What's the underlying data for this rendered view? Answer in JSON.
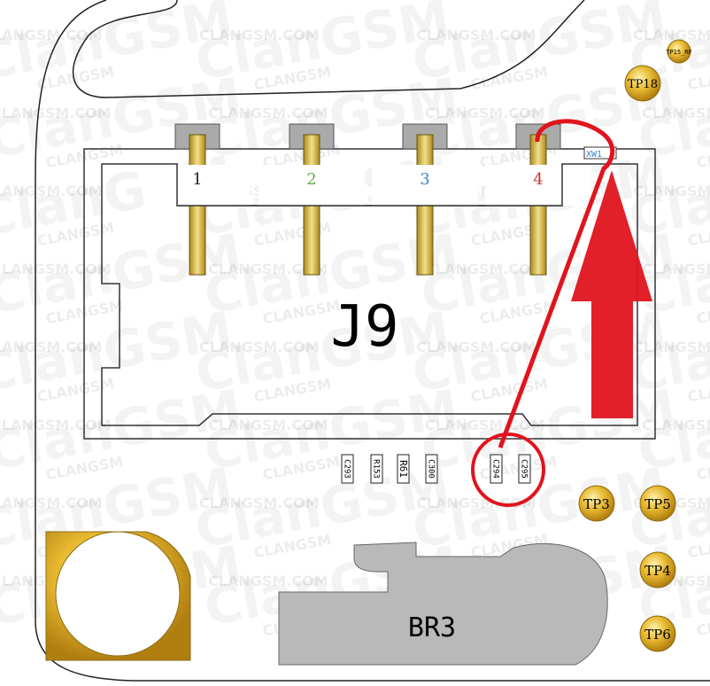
{
  "watermark": {
    "logo": "ClanGSM",
    "small": "CLANGSM",
    "site": "CLANGSM.COM"
  },
  "connector": {
    "label": "J9",
    "pins": [
      {
        "number": "1",
        "color": "#222222"
      },
      {
        "number": "2",
        "color": "#6aa84f"
      },
      {
        "number": "3",
        "color": "#3d85c6"
      },
      {
        "number": "4",
        "color": "#cc3333"
      }
    ],
    "marker": "XW1"
  },
  "components": [
    "C293",
    "R153",
    "R61",
    "C300",
    "C294",
    "C295"
  ],
  "test_points": {
    "tp15": "TP15_RF",
    "tp18": "TP18",
    "tp3": "TP3",
    "tp5": "TP5",
    "tp4": "TP4",
    "tp6": "TP6"
  },
  "bracket": {
    "label": "BR3"
  },
  "colors": {
    "highlight": "#e0141e",
    "gold": "#e2b436",
    "pin": "#d8bd45",
    "bracket": "#b9b9b9"
  }
}
